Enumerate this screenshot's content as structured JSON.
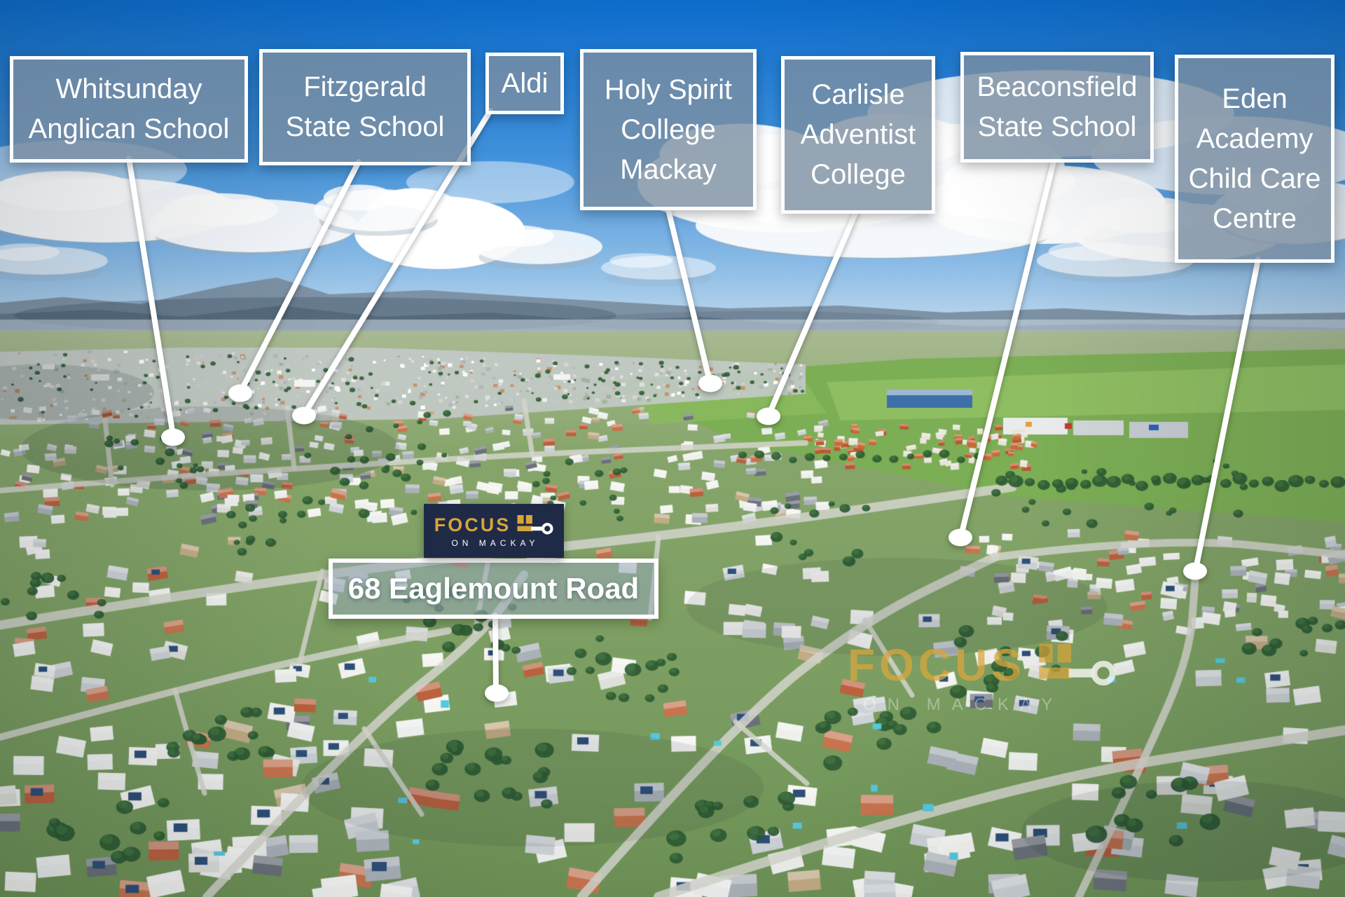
{
  "brand": {
    "focus": "FOCUS",
    "tagline": "ON MACKAY",
    "colors": {
      "gold": "#D7A43B",
      "navy": "#1F2A47",
      "white": "#FFFFFF"
    }
  },
  "property": {
    "address": "68 Eaglemount Road"
  },
  "callouts": [
    {
      "id": "whitsunday-anglican-school",
      "lines": [
        "Whitsunday",
        "Anglican School"
      ]
    },
    {
      "id": "fitzgerald-state-school",
      "lines": [
        "Fitzgerald",
        "State School"
      ]
    },
    {
      "id": "aldi",
      "lines": [
        "Aldi"
      ]
    },
    {
      "id": "holy-spirit-college-mackay",
      "lines": [
        "Holy Spirit",
        "College",
        "Mackay"
      ]
    },
    {
      "id": "carlisle-adventist-college",
      "lines": [
        "Carlisle",
        "Adventist",
        "College"
      ]
    },
    {
      "id": "beaconsfield-state-school",
      "lines": [
        "Beaconsfield",
        "State School"
      ]
    },
    {
      "id": "eden-academy-child-care",
      "lines": [
        "Eden",
        "Academy",
        "Child Care",
        "Centre"
      ]
    }
  ],
  "icons": {
    "logo_key": "key-icon"
  },
  "overlay": {
    "box_fill": "rgba(124,143,161,0.8)",
    "border": "#FFFFFF",
    "line": "#FFFFFF"
  }
}
